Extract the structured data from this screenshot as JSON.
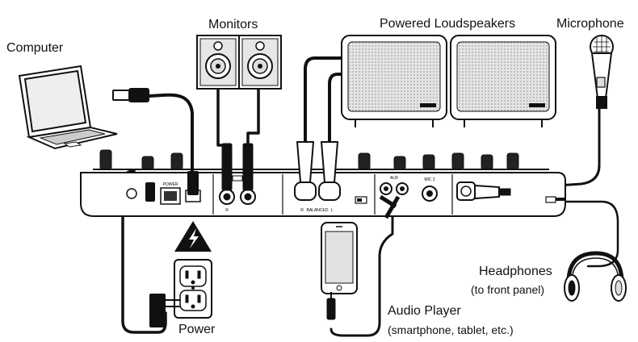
{
  "labels": {
    "computer": "Computer",
    "monitors": "Monitors",
    "powered_loudspeakers": "Powered Loudspeakers",
    "microphone": "Microphone",
    "headphones": "Headphones",
    "headphones_note": "(to front panel)",
    "audio_player": "Audio Player",
    "audio_player_note": "(smartphone, tablet, etc.)",
    "power": "Power"
  },
  "panel_text": {
    "power": "POWER",
    "balanced": "BALANCED",
    "aux": "AUX",
    "mic2": "MIC 2",
    "r": "R",
    "l": "L"
  },
  "colors": {
    "line": "#111111",
    "device_fill": "#ffffff",
    "grille": "#d8d8d8",
    "dark": "#1a1a1a"
  }
}
